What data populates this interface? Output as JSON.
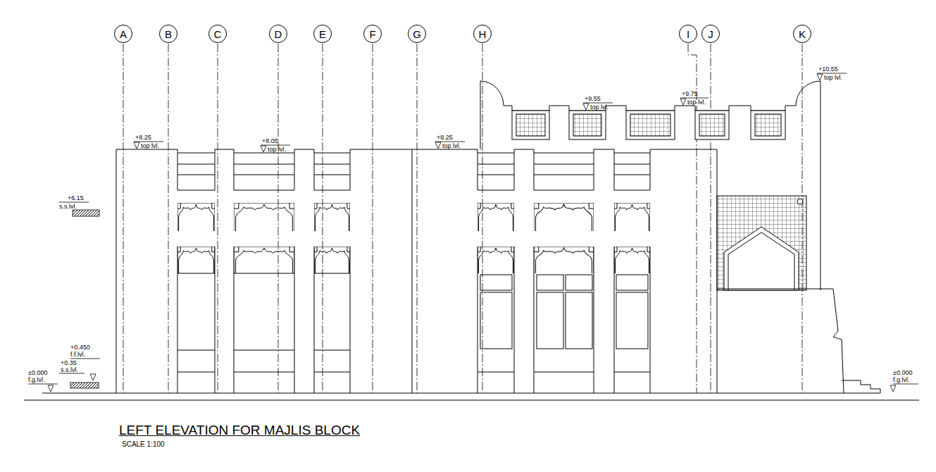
{
  "diagram": {
    "title": "LEFT ELEVATION FOR MAJLIS BLOCK",
    "caption": "SCALE 1:100",
    "nodes": [
      {
        "text": [
          "A"
        ]
      },
      {
        "text": [
          "B"
        ]
      },
      {
        "text": [
          "C"
        ]
      },
      {
        "text": [
          "D"
        ]
      },
      {
        "text": [
          "E"
        ]
      },
      {
        "text": [
          "F"
        ]
      },
      {
        "text": [
          "G"
        ]
      },
      {
        "text": [
          "H"
        ]
      },
      {
        "text": [
          "I"
        ]
      },
      {
        "text": [
          "J"
        ]
      },
      {
        "text": [
          "K"
        ]
      }
    ],
    "edges": [],
    "labels": [
      "+8.25",
      "top lvl.",
      "+8.05",
      "top lvl.",
      "+8.25",
      "top lvl.",
      "+9.55",
      "top lvl.",
      "+9.75",
      "top lvl.",
      "+10.55",
      "top lvl.",
      "+6.15",
      "s.s.lvl.",
      "+0.450",
      "f.f.lvl.",
      "+0.35",
      "s.s.lvl.",
      "±0.000",
      "f.g.lvl.",
      "±0.000",
      "f.g.lvl."
    ]
  }
}
